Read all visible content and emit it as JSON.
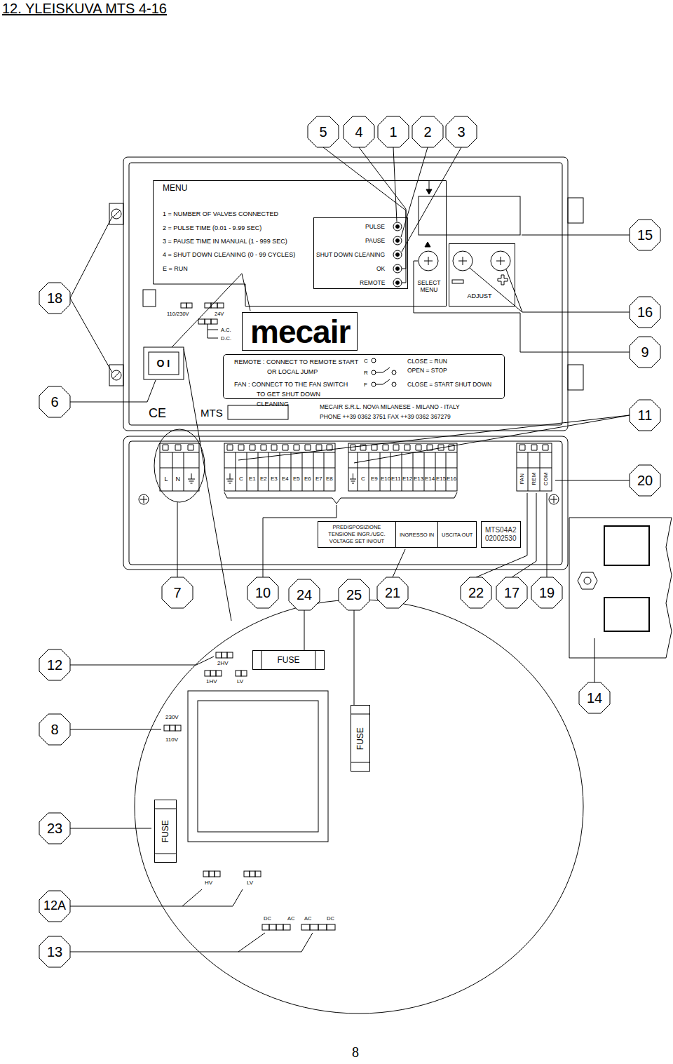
{
  "diagram": {
    "title": "12. YLEISKUVA MTS 4-16",
    "nodes": [
      {
        "text": [
          "MENU",
          "1 = NUMBER OF VALVES CONNECTED",
          "2 = PULSE TIME (0.01 - 9.99 SEC)",
          "3 = PAUSE TIME IN MANUAL (1 - 999 SEC)",
          "4 = SHUT DOWN CLEANING (0 - 99 CYCLES)",
          "E = RUN",
          "SELECT MENU"
        ]
      },
      {
        "text": [
          "PULSE",
          "PAUSE",
          "SHUT DOWN CLEANING",
          "OK",
          "REMOTE"
        ],
        "in": 0
      },
      {
        "text": [
          "ADJUST"
        ]
      },
      {
        "text": [
          "mecair"
        ]
      },
      {
        "text": [
          "REMOTE : CONNECT TO REMOTE START OR LOCAL JUMP",
          "FAN : CONNECT TO THE FAN SWITCH TO GET SHUT DOWN CLEANING",
          "C",
          "R",
          "F",
          "CLOSE = RUN",
          "OPEN = STOP",
          "CLOSE = START SHUT DOWN"
        ]
      },
      {
        "text": [
          "PREDISPOSIZIONE TENSIONE INGR./USC. VOLTAGE SET IN/OUT"
        ]
      },
      {
        "text": [
          "INGRESSO IN"
        ]
      },
      {
        "text": [
          "USCITA OUT"
        ]
      },
      {
        "text": [
          "MTS04A2",
          "02002530"
        ]
      },
      {
        "text": [
          "FUSE"
        ]
      },
      {
        "text": [
          "FUSE"
        ]
      },
      {
        "text": [
          "FUSE"
        ]
      }
    ],
    "labels": [
      "5",
      "4",
      "1",
      "2",
      "3",
      "15",
      "18",
      "16",
      "9",
      "6",
      "11",
      "20",
      "7",
      "10",
      "24",
      "25",
      "21",
      "22",
      "17",
      "19",
      "12",
      "14",
      "8",
      "23",
      "12A",
      "13",
      "110/230V",
      "24V",
      "A.C.",
      "D.C.",
      "O I",
      "CE",
      "MTS",
      "MECAIR S.R.L. NOVA MILANESE - MILANO - ITALY",
      "PHONE ++39 0362 3751 FAX ++39 0362 367279",
      "L",
      "N",
      "C",
      "E1",
      "E2",
      "E3",
      "E4",
      "E5",
      "E6",
      "E7",
      "E8",
      "C",
      "E9",
      "E10",
      "E11",
      "E12",
      "E13",
      "E14",
      "E15",
      "E16",
      "FAN",
      "REM",
      "COM",
      "2HV",
      "1HV",
      "LV",
      "230V",
      "110V",
      "HV",
      "LV",
      "DC",
      "AC",
      "AC",
      "DC",
      "8"
    ]
  }
}
